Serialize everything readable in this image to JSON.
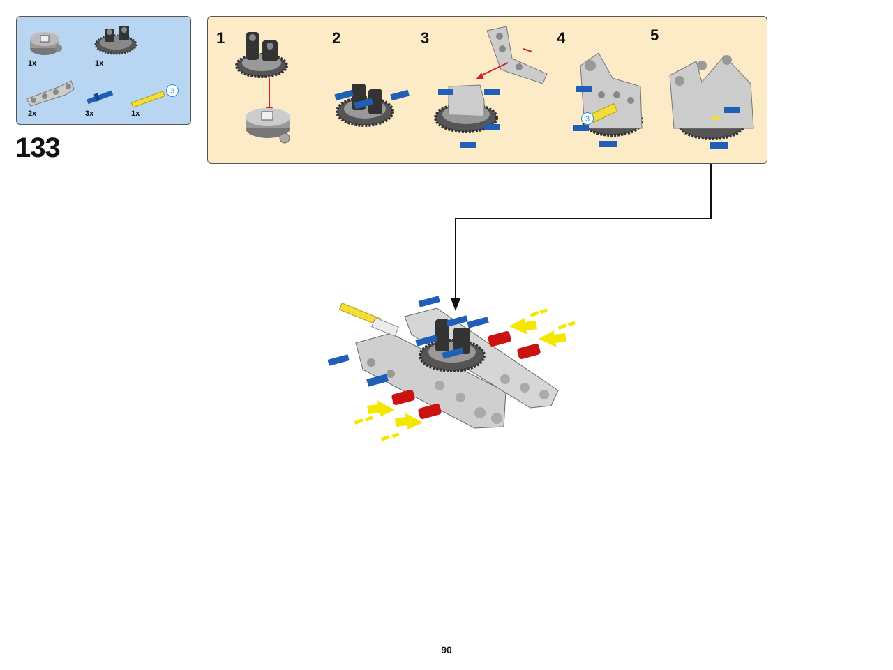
{
  "parts_list": {
    "items": [
      {
        "name": "turntable",
        "qty": "1x"
      },
      {
        "name": "gear-24-tooth",
        "qty": "1x"
      },
      {
        "name": "angled-beam",
        "qty": "2x"
      },
      {
        "name": "blue-pin",
        "qty": "3x"
      },
      {
        "name": "yellow-axle",
        "qty": "1x",
        "length": "3"
      }
    ]
  },
  "step": {
    "number": "133"
  },
  "sub_steps": [
    {
      "number": "1"
    },
    {
      "number": "2"
    },
    {
      "number": "3"
    },
    {
      "number": "4",
      "callout": "3"
    },
    {
      "number": "5"
    }
  ],
  "page": {
    "number": "90"
  },
  "colors": {
    "parts_bg": "#b8d6f2",
    "substep_bg": "#fdebc8",
    "arrow_red": "#d42027",
    "arrow_yellow": "#f5e600",
    "pin_blue": "#1f5fb5",
    "pin_red": "#cc1111",
    "beam_gray": "#c8c8c8",
    "dark_gray": "#3a3a3a"
  }
}
